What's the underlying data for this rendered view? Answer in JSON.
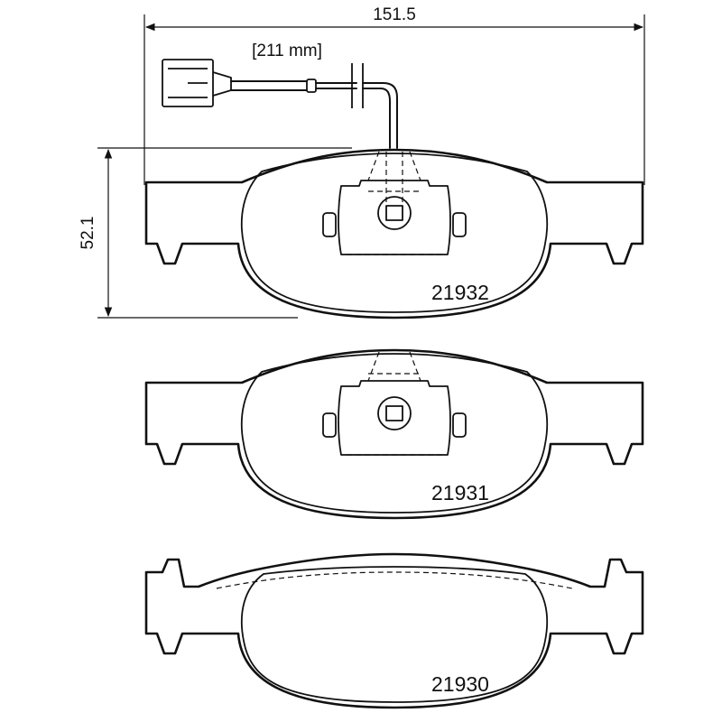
{
  "dimensions": {
    "width": "151.5",
    "height": "52.1",
    "wire_length": "[211 mm]"
  },
  "pads": [
    {
      "part_number": "21932",
      "has_wear_sensor": true
    },
    {
      "part_number": "21931",
      "has_wear_sensor": false
    },
    {
      "part_number": "21930",
      "has_wear_sensor": false
    }
  ],
  "colors": {
    "line": "#111111",
    "background": "#ffffff"
  }
}
